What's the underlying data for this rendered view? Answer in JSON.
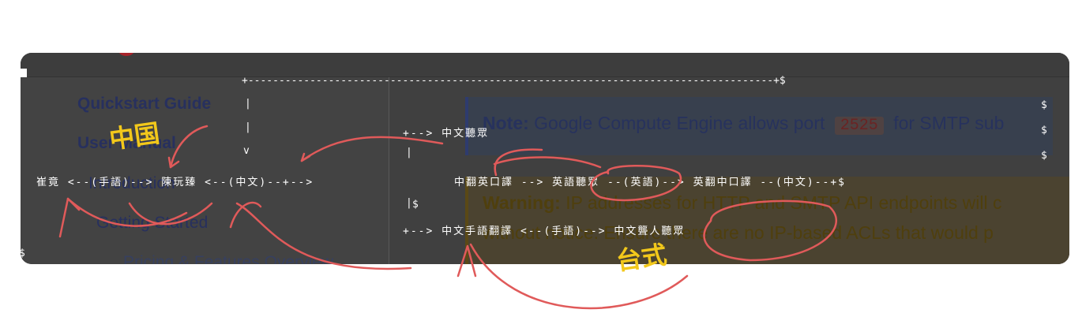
{
  "sidebar": {
    "items": [
      {
        "label": "Quickstart Guide"
      },
      {
        "label": "User Manual"
      },
      {
        "label": "Introduction"
      },
      {
        "label": "Getting Started"
      },
      {
        "label": "Pricing & Features Overview"
      }
    ]
  },
  "content": {
    "note": {
      "prefix": "Note:",
      "text_before": "Google Compute Engine allows port",
      "code": "2525",
      "text_after": "for SMTP sub"
    },
    "warning": {
      "prefix": "Warning:",
      "line1": "IP addresses for HTTP and SMTP API endpoints will c",
      "line2": "without notice. Ensure there are no IP-based ACLs that would p"
    }
  },
  "ascii_diagram": {
    "top_border": "+-------------------------------------------------------------------------------------+$",
    "left_flow": "崔竟 <--(手語)--> 陳玩臻 <--(中文)--+-->",
    "top_branch": "+--> 中文聽眾",
    "middle_branch": "中翻英口譯 --> 英語聽眾 --(英語)--> 英翻中口譯 --(中文)--+$",
    "bottom_branch": "+--> 中文手語翻譯 <--(手語)--> 中文聾人聽眾",
    "pipe": "|",
    "arrow_down": "v",
    "dollar": "$"
  },
  "annotations": {
    "china": "中国",
    "taiwan": "台式"
  },
  "colors": {
    "ink_red": "#e05a5a",
    "highlighter_yellow": "#f2c81b"
  }
}
